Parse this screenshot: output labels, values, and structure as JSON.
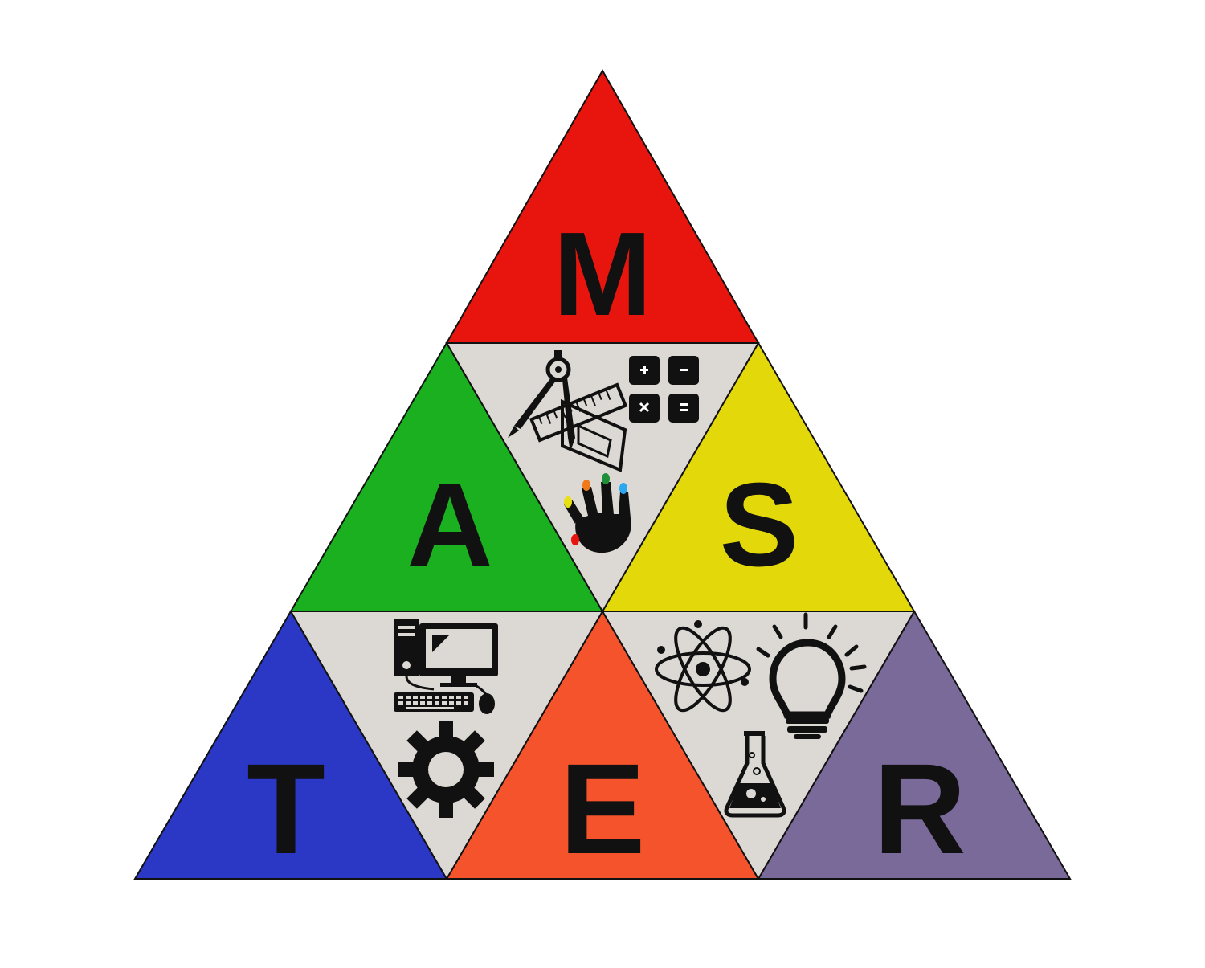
{
  "diagram": {
    "letters": {
      "top": "M",
      "left": "A",
      "right": "S",
      "bottom_left": "T",
      "bottom_center": "E",
      "bottom_right": "R"
    },
    "colors": {
      "top": "#e8150f",
      "left": "#1ab01f",
      "right": "#e3d80a",
      "bottom_left": "#2a38c5",
      "bottom_center": "#f5532c",
      "bottom_right": "#7a6a9a",
      "icon_panels": "#dcd8d4",
      "outline": "#111111"
    },
    "icons": [
      "compass-ruler-protractor-icon",
      "calculator-operators-icon",
      "painted-hand-icon",
      "desktop-computer-icon",
      "gear-icon",
      "atom-icon",
      "lightbulb-icon",
      "flask-icon"
    ]
  }
}
